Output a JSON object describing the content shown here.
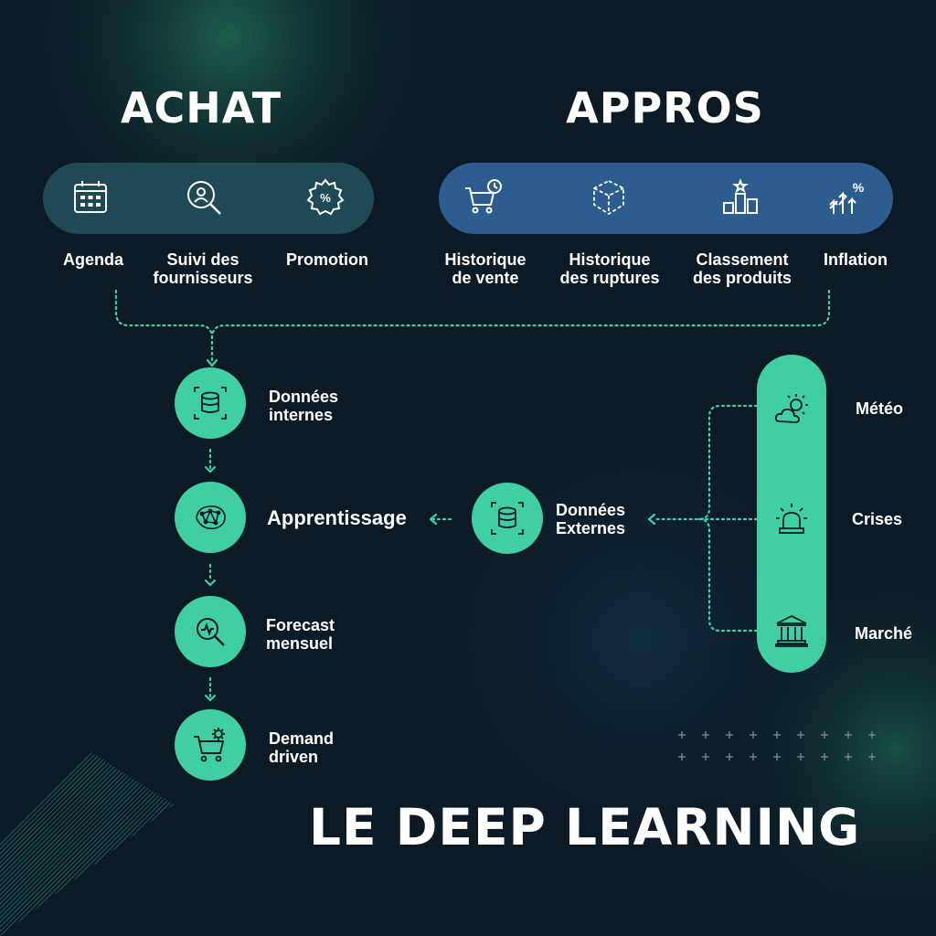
{
  "achat": {
    "title": "ACHAT",
    "items": [
      {
        "label_line1": "Agenda",
        "label_line2": "",
        "icon": "calendar-icon"
      },
      {
        "label_line1": "Suivi des",
        "label_line2": "fournisseurs",
        "icon": "supplier-search-icon"
      },
      {
        "label_line1": "Promotion",
        "label_line2": "",
        "icon": "percent-badge-icon"
      }
    ]
  },
  "appros": {
    "title": "APPROS",
    "items": [
      {
        "label_line1": "Historique",
        "label_line2": "de vente",
        "icon": "cart-clock-icon"
      },
      {
        "label_line1": "Historique",
        "label_line2": "des ruptures",
        "icon": "broken-box-icon"
      },
      {
        "label_line1": "Classement",
        "label_line2": "des produits",
        "icon": "podium-icon"
      },
      {
        "label_line1": "Inflation",
        "label_line2": "",
        "icon": "inflation-arrows-icon"
      }
    ]
  },
  "flow": {
    "internal": {
      "line1": "Données",
      "line2": "internes",
      "icon": "database-icon"
    },
    "learning": {
      "label": "Apprentissage",
      "icon": "neural-network-icon"
    },
    "forecast": {
      "line1": "Forecast",
      "line2": "mensuel",
      "icon": "magnify-chart-icon"
    },
    "demand": {
      "line1": "Demand",
      "line2": "driven",
      "icon": "cart-gear-icon"
    },
    "external": {
      "line1": "Données",
      "line2": "Externes",
      "icon": "database-icon"
    }
  },
  "external_sources": [
    {
      "label": "Météo",
      "icon": "weather-icon"
    },
    {
      "label": "Crises",
      "icon": "alarm-light-icon"
    },
    {
      "label": "Marché",
      "icon": "bank-icon"
    }
  ],
  "footer": {
    "title": "LE DEEP LEARNING"
  },
  "colors": {
    "background": "#0c1a26",
    "accent": "#40cfa2",
    "achat_pill": "#1f4a55",
    "appros_pill": "#2c5d8e"
  }
}
